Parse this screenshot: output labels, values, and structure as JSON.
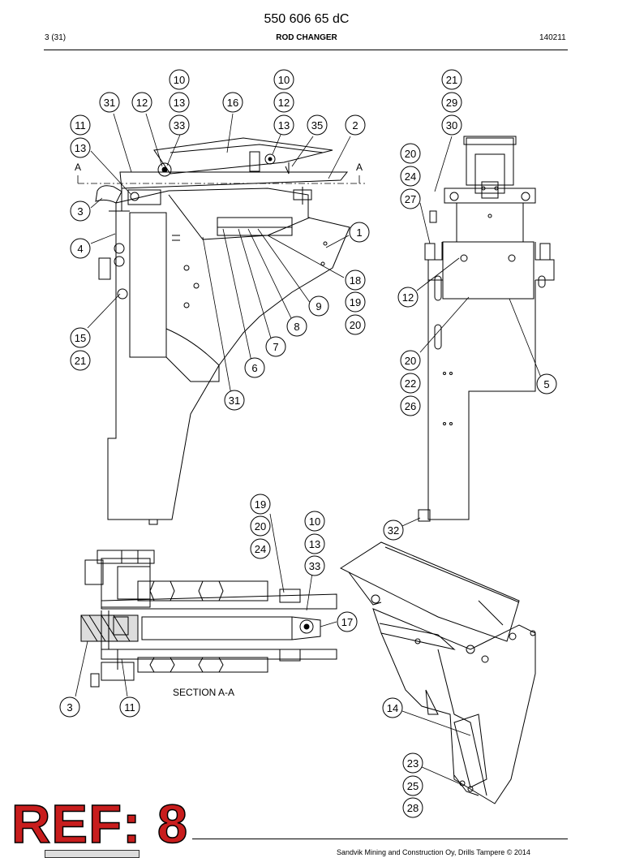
{
  "header": {
    "doc_number": "550 606 65 dC",
    "page": "3 (31)",
    "title": "ROD CHANGER",
    "date": "140211"
  },
  "section_marker": "A",
  "section_label": "SECTION A-A",
  "callouts": {
    "c10a": "10",
    "c10b": "10",
    "c21a": "21",
    "c31a": "31",
    "c12a": "12",
    "c13a": "13",
    "c16": "16",
    "c12b": "12",
    "c29": "29",
    "c11a": "11",
    "c33a": "33",
    "c13b": "13",
    "c35": "35",
    "c2": "2",
    "c30": "30",
    "c13c": "13",
    "c20a": "20",
    "c24a": "24",
    "c27": "27",
    "c3a": "3",
    "c1": "1",
    "c4": "4",
    "c18": "18",
    "c12c": "12",
    "c9": "9",
    "c19a": "19",
    "c8": "8",
    "c20b": "20",
    "c15": "15",
    "c7": "7",
    "c21b": "21",
    "c20c": "20",
    "c6": "6",
    "c22": "22",
    "c5": "5",
    "c31b": "31",
    "c26": "26",
    "c19b": "19",
    "c20d": "20",
    "c10c": "10",
    "c32": "32",
    "c24b": "24",
    "c13d": "13",
    "c33b": "33",
    "c17": "17",
    "c3b": "3",
    "c11b": "11",
    "c14": "14",
    "c23": "23",
    "c25": "25",
    "c28": "28"
  },
  "ref_stamp": "REF: 8",
  "footer": "Sandvik Mining and Construction Oy, Drills Tampere © 2014"
}
